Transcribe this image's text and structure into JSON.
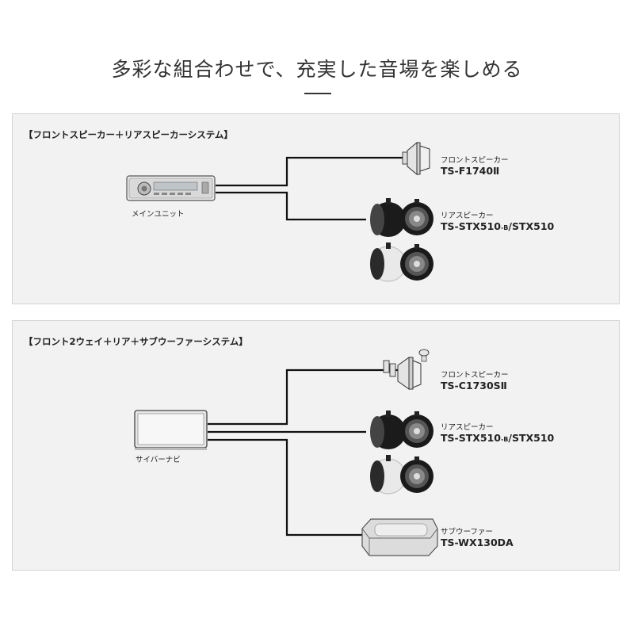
{
  "title": "多彩な組合わせで、充実した音場を楽しめる",
  "panels": [
    {
      "heading": "【フロントスピーカー＋リアスピーカーシステム】",
      "source_label": "メインユニット",
      "speakers": [
        {
          "type_label": "フロントスピーカー",
          "model": "TS-F1740Ⅱ"
        },
        {
          "type_label": "リアスピーカー",
          "model": "TS-STX510",
          "model_sub": "-B",
          "model_rest": "/STX510"
        }
      ]
    },
    {
      "heading": "【フロント2ウェイ＋リア＋サブウーファーシステム】",
      "source_label": "サイバーナビ",
      "speakers": [
        {
          "type_label": "フロントスピーカー",
          "model": "TS-C1730SⅡ"
        },
        {
          "type_label": "リアスピーカー",
          "model": "TS-STX510",
          "model_sub": "-B",
          "model_rest": "/STX510"
        },
        {
          "type_label": "サブウーファー",
          "model": "TS-WX130DA"
        }
      ]
    }
  ]
}
